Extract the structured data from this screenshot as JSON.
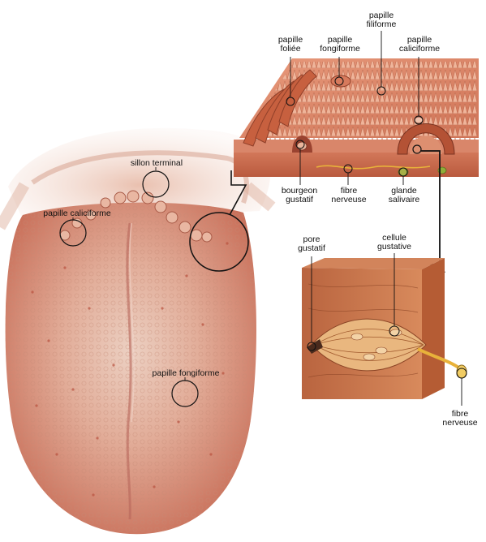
{
  "labels": {
    "sillon_terminal": "sillon terminal",
    "papille_caliciforme_left": "papille caliciforme",
    "papille_fongiforme_tongue": "papille fongiforme",
    "papille_foliee": "papille\nfoliée",
    "papille_fongiforme_top": "papille\nfongiforme",
    "papille_filiforme": "papille\nfiliforme",
    "papille_caliciforme_top": "papille\ncaliciforme",
    "bourgeon_gustatif": "bourgeon\ngustatif",
    "fibre_nerveuse_top": "fibre\nnerveuse",
    "glande_salivaire": "glande\nsalivaire",
    "pore_gustatif": "pore\ngustatif",
    "cellule_gustative": "cellule\ngustative",
    "fibre_nerveuse_bottom": "fibre\nnerveuse"
  },
  "colors": {
    "tongue_base": "#d9826e",
    "tongue_center": "#e6c3b2",
    "tissue": "#c9694d",
    "tissue_dark": "#a94c33",
    "nerve": "#e8b23a",
    "leader": "#111111"
  }
}
